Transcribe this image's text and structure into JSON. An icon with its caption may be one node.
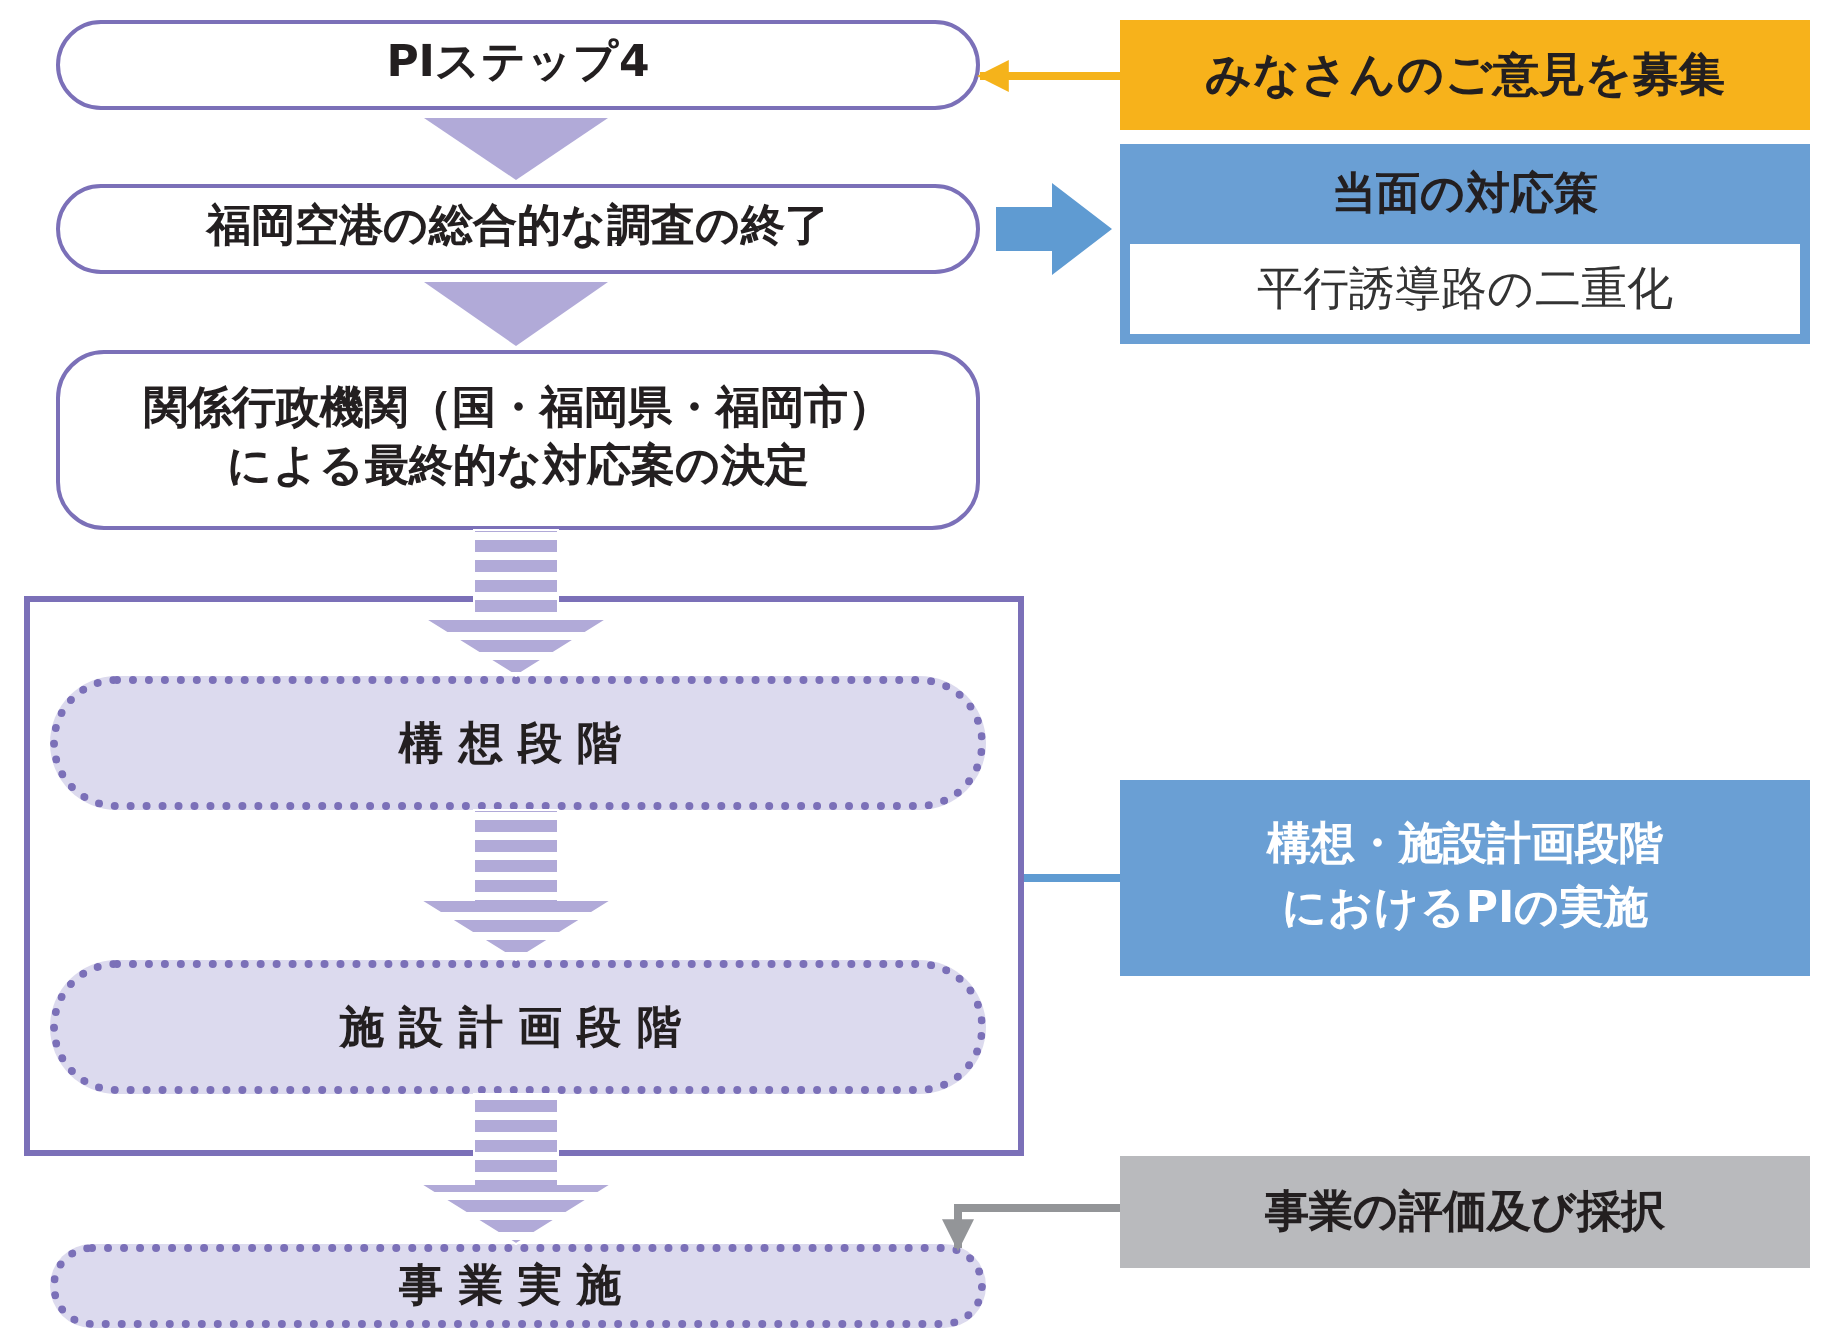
{
  "diagram": {
    "nodes": [
      {
        "text": [
          "PIステップ4"
        ]
      },
      {
        "text": [
          "みなさんのご意見を募集"
        ]
      },
      {
        "text": [
          "福岡空港の総合的な調査の終了"
        ]
      },
      {
        "text": [
          "当面の対応策",
          "平行誘導路の二重化"
        ]
      },
      {
        "text": [
          "関係行政機関（国・福岡県・福岡市）による最終的な対応案の決定"
        ]
      },
      {
        "text": [],
        "shape": "box"
      },
      {
        "text": [
          "構想段階"
        ],
        "in": 5
      },
      {
        "text": [
          "施設計画段階"
        ],
        "in": 5
      },
      {
        "text": [
          "構想・施設計画段階におけるPIの実施"
        ]
      },
      {
        "text": [
          "事業実施"
        ]
      },
      {
        "text": [
          "事業の評価及び採択"
        ]
      }
    ],
    "edges": [
      {
        "from": 1,
        "to": 0,
        "arrow": "to",
        "color": "#f5b31b"
      },
      {
        "from": 0,
        "to": 2,
        "arrow": "to",
        "style": "thick"
      },
      {
        "from": 2,
        "to": 3,
        "arrow": "to",
        "style": "thick",
        "color": "#5f9bd2"
      },
      {
        "from": 2,
        "to": 4,
        "arrow": "to",
        "style": "thick"
      },
      {
        "from": 4,
        "to": 6,
        "arrow": "to",
        "style": "thick"
      },
      {
        "from": 6,
        "to": 7,
        "arrow": "to",
        "style": "thick"
      },
      {
        "from": 7,
        "to": 9,
        "arrow": "to",
        "style": "thick"
      },
      {
        "from": 8,
        "to": 5,
        "arrow": "none",
        "color": "#5f9bd2"
      },
      {
        "from": 10,
        "to": 9,
        "arrow": "to",
        "color": "#939598"
      }
    ]
  }
}
